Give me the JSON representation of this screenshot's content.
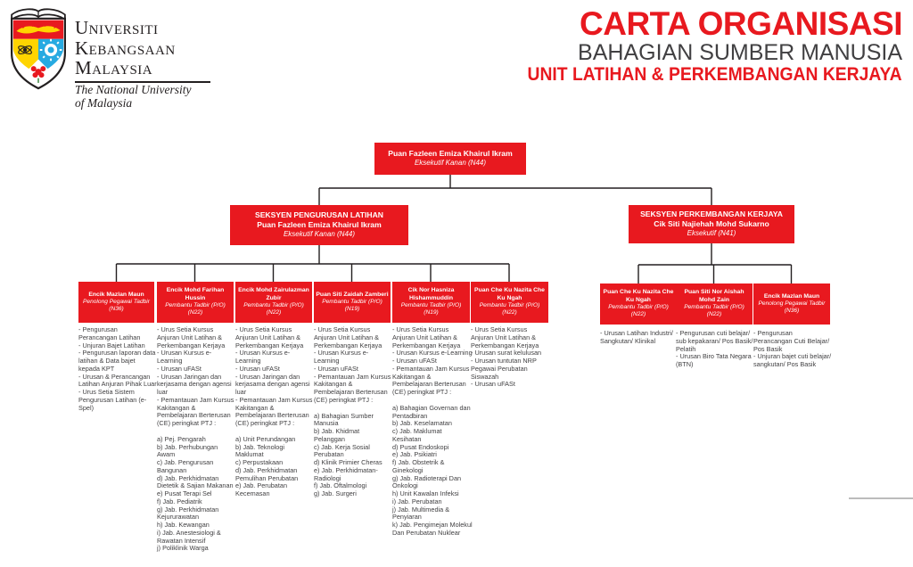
{
  "logo": {
    "university_name": [
      "Universiti",
      "Kebangsaan",
      "Malaysia"
    ],
    "tagline_line1": "The National University",
    "tagline_line2": "of Malaysia"
  },
  "header": {
    "title": "CARTA ORGANISASI",
    "subtitle": "BAHAGIAN SUMBER MANUSIA",
    "unit": "UNIT LATIHAN & PERKEMBANGAN KERJAYA",
    "accent_red": "#e8191f",
    "subtitle_gray": "#414042"
  },
  "org": {
    "root": {
      "name": "Puan Fazleen Emiza Khairul Ikram",
      "role": "Eksekutif Kanan (N44)"
    },
    "sections": [
      {
        "title": "SEKSYEN  PENGURUSAN LATIHAN",
        "head_name": "Puan Fazleen Emiza Khairul Ikram",
        "head_role": "Eksekutif Kanan (N44)",
        "staff": [
          {
            "name": "Encik Mazlan Maun",
            "role": "Penolong Pegawai Tadbir",
            "grade": "(N36)",
            "duties": [
              "- Pengurusan Perancangan Latihan",
              "- Unjuran Bajet Latihan",
              "- Pengurusan laporan data latihan & Data bajet kepada KPT",
              "- Urusan & Perancangan Latihan Anjuran Pihak Luar",
              "- Urus Setia Sistem Pengurusan Latihan (e-Spel)"
            ],
            "ptj_list": []
          },
          {
            "name": "Encik Mohd Farihan Hussin",
            "role": "Pembantu Tadbir (P/O)",
            "grade": "(N22)",
            "duties": [
              "- Urus Setia Kursus Anjuran Unit Latihan & Perkembangan Kerjaya",
              "- Urusan Kursus e-Learning",
              "- Urusan uFASt",
              "- Urusan Jaringan dan kerjasama dengan agensi luar",
              "- Pemantauan Jam Kursus Kakitangan & Pembelajaran Berterusan (CE) peringkat PTJ :"
            ],
            "ptj_list": [
              "a) Pej. Pengarah",
              "b) Jab. Perhubungan Awam",
              "c) Jab. Pengurusan Bangunan",
              "d) Jab. Perkhidmatan Dietetik & Sajian Makanan",
              "e) Pusat Terapi Sel",
              "f) Jab. Pediatrik",
              "g) Jab. Perkhidmatan Kejururawatan",
              "h) Jab. Kewangan",
              "i) Jab. Anestesiologi & Rawatan Intensif",
              "j) Poliklinik Warga"
            ]
          },
          {
            "name": "Encik Mohd Zairulazman Zubir",
            "role": "Pembantu Tadbir (P/O)",
            "grade": "(N22)",
            "duties": [
              "- Urus Setia Kursus Anjuran Unit Latihan & Perkembangan Kerjaya",
              "- Urusan Kursus e-Learning",
              "- Urusan uFASt",
              "- Urusan Jaringan dan kerjasama dengan agensi luar",
              "- Pemantauan Jam Kursus Kakitangan & Pembelajaran Berterusan (CE) peringkat PTJ :"
            ],
            "ptj_list": [
              "a) Unit Perundangan",
              "b) Jab. Teknologi Maklumat",
              "c) Perpustakaan",
              "d) Jab. Perkhidmatan Pemulihan Perubatan",
              "e) Jab. Perubatan Kecemasan"
            ]
          },
          {
            "name": "Puan Siti Zaidah Zamberi",
            "role": "Pembantu Tadbir (P/O)",
            "grade": "(N19)",
            "duties": [
              "- Urus Setia Kursus Anjuran Unit Latihan & Perkembangan Kerjaya",
              "- Urusan Kursus e-Learning",
              "- Urusan uFASt",
              "- Pemantauan Jam Kursus Kakitangan & Pembelajaran Berterusan (CE) peringkat PTJ :"
            ],
            "ptj_list": [
              "a) Bahagian Sumber Manusia",
              "b) Jab. Khidmat Pelanggan",
              "c) Jab. Kerja Sosial Perubatan",
              "d) Klinik Primier Cheras",
              "e) Jab. Perkhidmatan-Radiologi",
              "f) Jab. Oftalmologi",
              "g) Jab. Surgeri"
            ]
          },
          {
            "name": "Cik Nor Hasniza Hishammuddin",
            "role": "Pembantu Tadbir (P/O)",
            "grade": "(N19)",
            "duties": [
              "- Urus Setia Kursus Anjuran Unit Latihan & Perkembangan Kerjaya",
              "- Urusan Kursus e-Learning",
              "- Urusan uFASt",
              "- Pemantauan Jam Kursus Kakitangan & Pembelajaran Berterusan (CE) peringkat PTJ :"
            ],
            "ptj_list": [
              "a) Bahagian Governan dan Pentadbiran",
              "b) Jab. Keselamatan",
              "c) Jab. Maklumat Kesihatan",
              "d) Pusat Endoskopi",
              "e) Jab. Psikiatri",
              "f) Jab. Obstetrik & Ginekologi",
              "g) Jab. Radioterapi Dan Onkologi",
              "h) Unit Kawalan Infeksi",
              "i) Jab. Perubatan",
              "j) Jab. Multimedia & Penyiaran",
              "k) Jab. Pengimejan Molekul Dan Perubatan Nuklear"
            ]
          },
          {
            "name": "Puan Che Ku Nazita Che Ku Ngah",
            "role": "Pembantu Tadbir (P/O)",
            "grade": "(N22)",
            "duties": [
              "- Urus Setia Kursus Anjuran Unit Latihan & Perkembangan Kerjaya",
              "- Urusan surat kelulusan",
              "- Urusan tuntutan NRP Pegawai Perubatan Siswazah",
              "- Urusan uFASt"
            ],
            "ptj_list": []
          }
        ]
      },
      {
        "title": "SEKSYEN  PERKEMBANGAN KERJAYA",
        "head_name": "Cik Siti Najiehah Mohd Sukarno",
        "head_role": "Eksekutif (N41)",
        "staff": [
          {
            "name": "Puan Che Ku Nazita Che Ku Ngah",
            "role": "Pembantu Tadbir (P/O)",
            "grade": "(N22)",
            "duties": [
              "- Urusan Latihan Industri/ Sangkutan/ Klinikal"
            ],
            "ptj_list": []
          },
          {
            "name": "Puan Siti Nor Aishah Mohd Zain",
            "role": "Pembantu Tadbir (P/O)",
            "grade": "(N22)",
            "duties": [
              "- Pengurusan cuti belajar/ sub kepakaran/ Pos Basik/ Pelatih",
              "- Urusan Biro Tata Negara (BTN)"
            ],
            "ptj_list": []
          },
          {
            "name": "Encik Mazlan Maun",
            "role": "Penolong Pegawai Tadbir",
            "grade": "(N36)",
            "duties": [
              "- Pengurusan Perancangan Cuti Belajar/ Pos Basik",
              "- Unjuran bajet cuti belajar/ sangkutan/ Pos Basik"
            ],
            "ptj_list": []
          }
        ]
      }
    ]
  }
}
